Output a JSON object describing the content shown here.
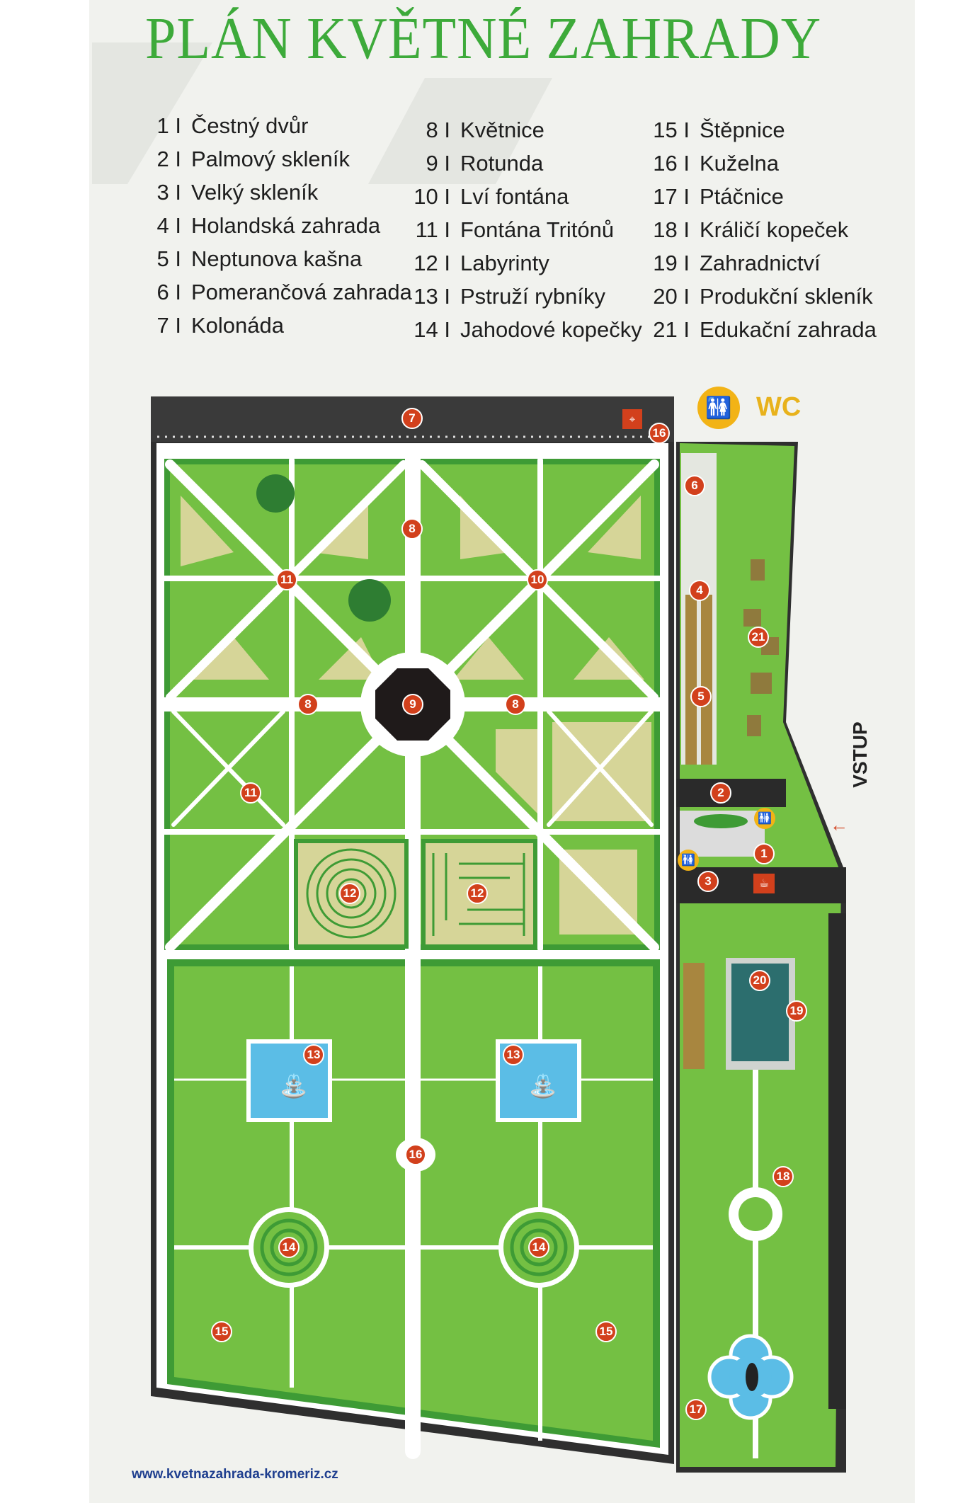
{
  "title": "PLÁN KVĚTNÉ ZAHRADY",
  "legend": {
    "col1": [
      {
        "num": "1 I",
        "label": "Čestný dvůr"
      },
      {
        "num": "2 I",
        "label": "Palmový skleník"
      },
      {
        "num": "3 I",
        "label": "Velký skleník"
      },
      {
        "num": "4 I",
        "label": "Holandská zahrada"
      },
      {
        "num": "5 I",
        "label": "Neptunova kašna"
      },
      {
        "num": "6 I",
        "label": "Pomerančová zahrada"
      },
      {
        "num": "7 I",
        "label": "Kolonáda"
      }
    ],
    "col2": [
      {
        "num": "8 I",
        "label": "Květnice"
      },
      {
        "num": "9 I",
        "label": "Rotunda"
      },
      {
        "num": "10 I",
        "label": "Lví fontána"
      },
      {
        "num": "11 I",
        "label": "Fontána Tritónů"
      },
      {
        "num": "12 I",
        "label": "Labyrinty"
      },
      {
        "num": "13 I",
        "label": "Pstruží rybníky"
      },
      {
        "num": "14 I",
        "label": "Jahodové kopečky"
      }
    ],
    "col3": [
      {
        "num": "15 I",
        "label": "Štěpnice"
      },
      {
        "num": "16 I",
        "label": "Kuželna"
      },
      {
        "num": "17 I",
        "label": "Ptáčnice"
      },
      {
        "num": "18 I",
        "label": "Králičí kopeček"
      },
      {
        "num": "19 I",
        "label": "Zahradnictví"
      },
      {
        "num": "20 I",
        "label": "Produkční skleník"
      },
      {
        "num": "21 I",
        "label": "Edukační zahrada"
      }
    ]
  },
  "map": {
    "markers": [
      "7",
      "16",
      "6",
      "8",
      "11",
      "10",
      "4",
      "21",
      "9",
      "8",
      "8",
      "5",
      "11",
      "2",
      "1",
      "3",
      "12",
      "12",
      "20",
      "19",
      "13",
      "13",
      "16",
      "18",
      "14",
      "14",
      "15",
      "15",
      "17"
    ],
    "wc_label": "WC",
    "entrance_label": "VSTUP",
    "icons": [
      "toilet-icon",
      "binoculars-icon",
      "cafe-icon",
      "entrance-arrow-icon",
      "fountain-icon"
    ]
  },
  "colors": {
    "title": "#3daa3a",
    "lawn": "#74c043",
    "frame": "#3e9b35",
    "bed": "#d6d598",
    "water": "#5bbde6",
    "marker": "#d2401c",
    "wc": "#f2b316"
  },
  "footer": {
    "url": "www.kvetnazahrada-kromeriz.cz"
  }
}
